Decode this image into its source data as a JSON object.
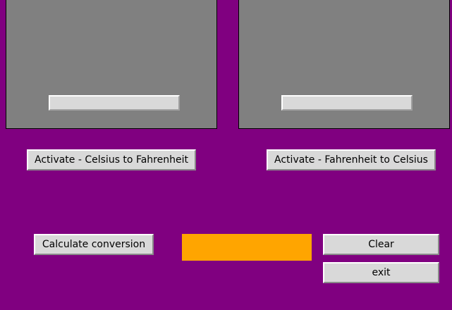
{
  "app": {
    "background_color": "#800080"
  },
  "celsius_panel": {
    "background_color": "#808080",
    "input_value": ""
  },
  "fahrenheit_panel": {
    "background_color": "#808080",
    "input_value": ""
  },
  "buttons": {
    "activate_c2f": "Activate - Celsius to Fahrenheit",
    "activate_f2c": "Activate - Fahrenheit to Celsius",
    "calculate": "Calculate conversion",
    "clear": "Clear",
    "exit": "exit"
  },
  "result": {
    "value": "",
    "background_color": "#ffa500"
  }
}
